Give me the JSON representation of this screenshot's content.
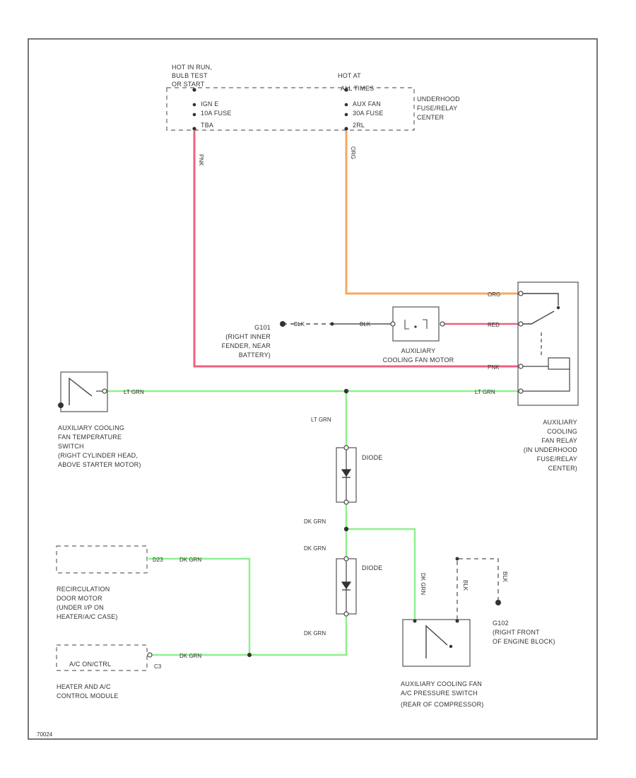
{
  "colors": {
    "pink_wire": "#f06080",
    "orange_wire": "#f5a860",
    "green_wire": "#8ef08e",
    "frame": "#555555",
    "text": "#333333"
  },
  "fuse_center": {
    "left_header": [
      "HOT IN RUN,",
      "BULB TEST",
      "OR START"
    ],
    "left_fuse": [
      "IGN E",
      "10A FUSE"
    ],
    "left_circuit": "TBA",
    "right_header": [
      "HOT AT",
      "ALL TIMES"
    ],
    "right_fuse": [
      "AUX FAN",
      "30A FUSE"
    ],
    "right_circuit": "2RL",
    "label": [
      "UNDERHOOD",
      "FUSE/RELAY",
      "CENTER"
    ]
  },
  "wires": {
    "pnk_vertical": "PNK",
    "org_vertical": "ORG",
    "org_relay": "ORG",
    "red_relay": "RED",
    "pnk_relay": "PNK",
    "blk_ground": "BLK",
    "blk_motor": "BLK",
    "lt_grn_left": "LT GRN",
    "lt_grn_right": "LT GRN",
    "lt_grn_down": "LT GRN",
    "dk_grn_1": "DK GRN",
    "dk_grn_2": "DK GRN",
    "dk_grn_3": "DK GRN",
    "dk_grn_recirc": "DK GRN",
    "dk_grn_module": "DK GRN",
    "recirc_pin": "D23",
    "module_pin": "C3",
    "dk_grn_switch": "DK GRN",
    "blk_switch": "BLK",
    "blk_ground2": "BLK"
  },
  "labels": {
    "ground_g101": [
      "G101",
      "(RIGHT INNER",
      "FENDER, NEAR",
      "BATTERY)"
    ],
    "motor": [
      "AUXILIARY",
      "COOLING FAN MOTOR"
    ],
    "relay": [
      "AUXILIARY",
      "COOLING",
      "FAN RELAY",
      "(IN UNDERHOOD",
      "FUSE/RELAY",
      "CENTER)"
    ],
    "temp_switch": [
      "AUXILIARY COOLING",
      "FAN TEMPERATURE",
      "SWITCH",
      "(RIGHT CYLINDER HEAD,",
      "ABOVE STARTER MOTOR)"
    ],
    "diode_1": "DIODE",
    "diode_2": "DIODE",
    "recirc_motor": [
      "RECIRCULATION",
      "DOOR MOTOR",
      "(UNDER I/P ON",
      "HEATER/A/C CASE)"
    ],
    "module_box": "A/C ON/CTRL",
    "module": [
      "HEATER AND A/C",
      "CONTROL MODULE"
    ],
    "pressure_switch": [
      "AUXILIARY COOLING FAN",
      "A/C PRESSURE SWITCH",
      "(REAR OF COMPRESSOR)"
    ],
    "ground_g102": [
      "G102",
      "(RIGHT FRONT",
      "OF ENGINE BLOCK)"
    ],
    "footer_code": "70024"
  }
}
